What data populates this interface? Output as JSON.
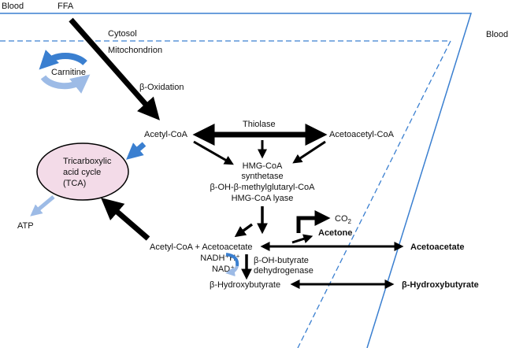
{
  "labels": {
    "blood_left": "Blood",
    "ffa": "FFA",
    "cytosol": "Cytosol",
    "mitochondrion": "Mitochondrion",
    "blood_right": "Blood",
    "carnitine": "Carnitine",
    "beta_oxidation": "β-Oxidation",
    "acetyl_coa": "Acetyl-CoA",
    "thiolase": "Thiolase",
    "acetoacetyl_coa": "Acetoacetyl-CoA",
    "tca_line1": "Tricarboxylic",
    "tca_line2": "acid cycle",
    "tca_line3": "(TCA)",
    "atp": "ATP",
    "hmg_line1": "HMG-CoA",
    "hmg_line2": "synthetase",
    "hmg_line3": "β-OH-β-methylglutaryl-CoA",
    "hmg_line4": "HMG-CoA lyase",
    "co2": "CO",
    "co2_sub": "2",
    "acetone": "Acetone",
    "acetyl_acetoacetate": "Acetyl-CoA + Acetoacetate",
    "acetoacetate_blood": "Acetoacetate",
    "nadh": "NADH⁺H⁺",
    "nad": "NAD⁺",
    "dehydrogenase_line1": "β-OH-butyrate",
    "dehydrogenase_line2": "dehydrogenase",
    "hydroxybutyrate": "β-Hydroxybutyrate",
    "hydroxybutyrate_blood": "β-Hydroxybutyrate"
  },
  "colors": {
    "membrane": "#3a7fd0",
    "tca_fill": "#f3dbe8",
    "arrow_blue": "#3a7fd0",
    "arrow_light": "#9dbbe6"
  }
}
